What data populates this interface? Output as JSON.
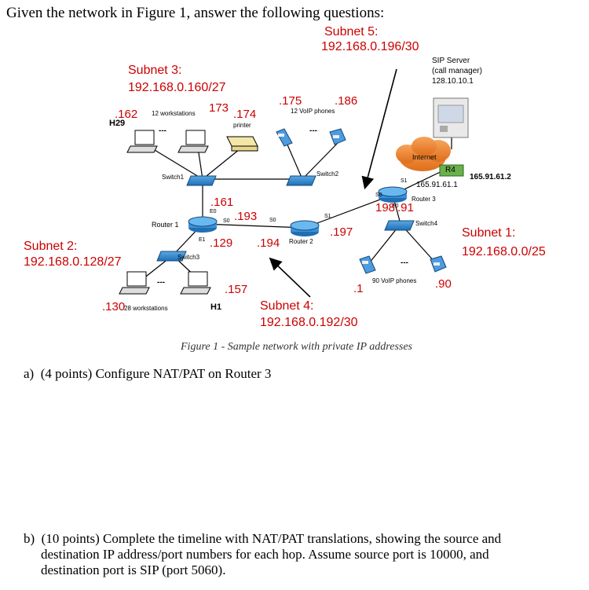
{
  "intro": "Given the network in Figure 1, answer the following questions:",
  "subnets": {
    "s1": {
      "title": "Subnet 1:",
      "addr": "192.168.0.0/25"
    },
    "s2": {
      "title": "Subnet 2:",
      "addr": "192.168.0.128/27"
    },
    "s3": {
      "title": "Subnet 3:",
      "addr": "192.168.0.160/27"
    },
    "s4": {
      "title": "Subnet 4:",
      "addr": "192.168.0.192/30"
    },
    "s5": {
      "title": "Subnet 5:",
      "addr": "192.168.0.196/30"
    }
  },
  "devices": {
    "sip": {
      "l1": "SIP Server",
      "l2": "(call manager)",
      "l3": "128.10.10.1"
    },
    "internet": "Internet",
    "r4": "R4",
    "r4_ip": "165.91.61.2",
    "r3_s1_ip": "165.91.61.1",
    "switch1": "Switch1",
    "switch2": "Switch2",
    "switch3": "Switch3",
    "switch4": "Switch4",
    "router1": "Router 1",
    "router2": "Router 2",
    "router3": "Router 3",
    "printer": "printer",
    "h29": "H29",
    "h1": "H1",
    "ws12": "12 workstations",
    "ws28": "28 workstations",
    "voip12": "12 VoIP phones",
    "voip90": "90 VoIP phones",
    "ellipsis": "---"
  },
  "ports": {
    "e0": "E0",
    "s0": "S0",
    "s1": "S1",
    "e1": "E1",
    "s0b": "S0",
    "s1b": "S1",
    "s0c": "S0",
    "e0c": "E0"
  },
  "ips": {
    "a162": ".162",
    "a173": "173",
    "a174": ".174",
    "a175": ".175",
    "a186": ".186",
    "a161": ".161",
    "a193": ".193",
    "a129": ".129",
    "a197": ".197",
    "a194": ".194",
    "a198": "198",
    "a91": ".91",
    "a157": ".157",
    "a130": ".130",
    "a1": ".1",
    "a90": ".90"
  },
  "caption": "Figure 1 - Sample network with private IP addresses",
  "questions": {
    "a": "a)  (4 points) Configure NAT/PAT on Router 3",
    "b1": "b)  (10 points) Complete the timeline with NAT/PAT translations, showing the source and",
    "b2": "destination IP address/port numbers for each hop. Assume source port is 10000, and",
    "b3": "destination port is SIP (port 5060)."
  }
}
